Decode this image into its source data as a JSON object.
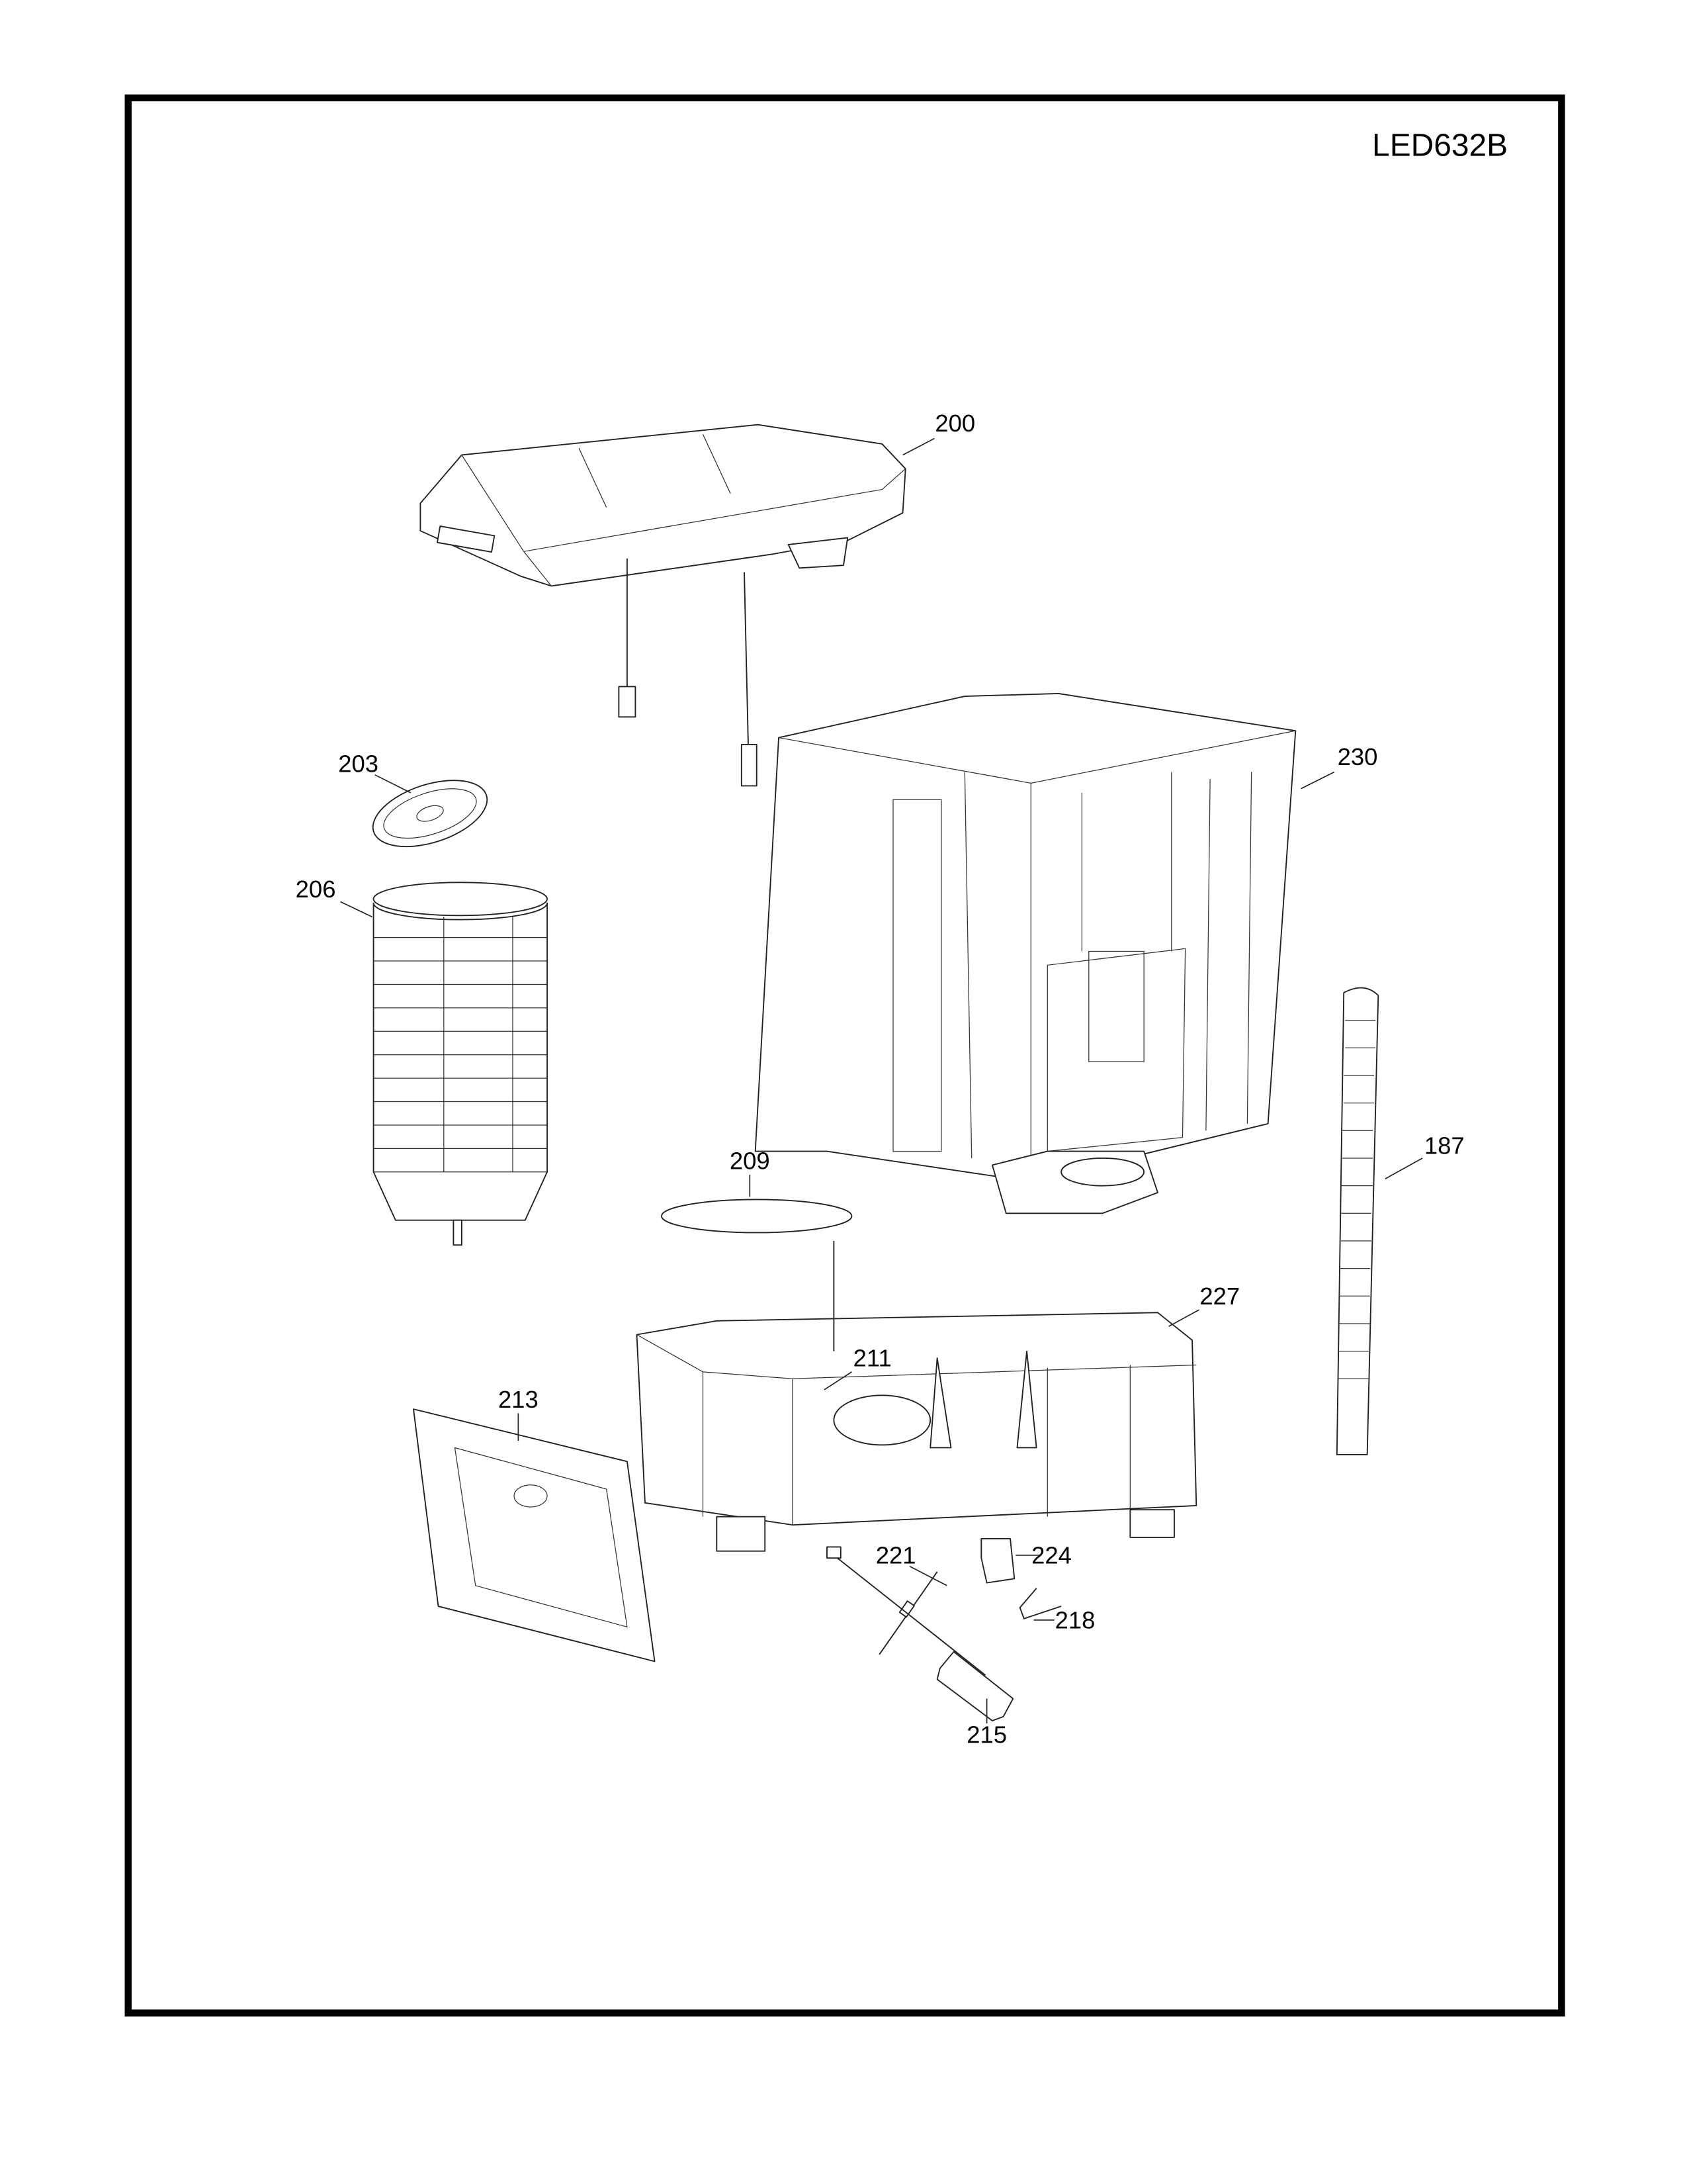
{
  "model": "LED632B",
  "callouts": {
    "c200": "200",
    "c203": "203",
    "c206": "206",
    "c230": "230",
    "c187": "187",
    "c209": "209",
    "c227": "227",
    "c211": "211",
    "c213": "213",
    "c221": "221",
    "c224": "224",
    "c218": "218",
    "c215": "215"
  }
}
